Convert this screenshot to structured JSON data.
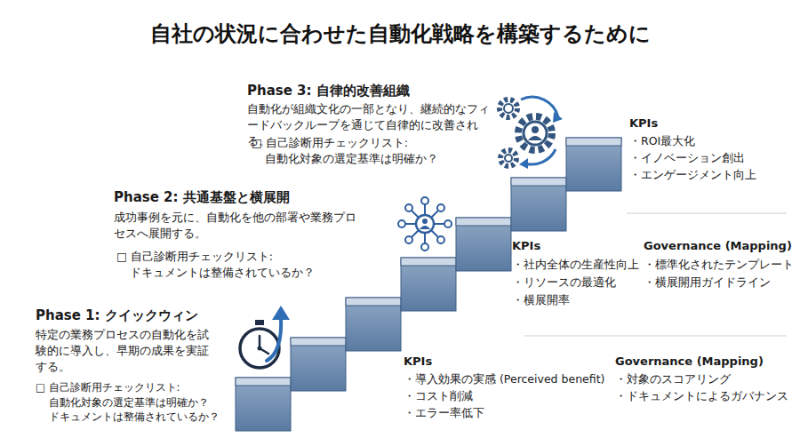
{
  "diagram": {
    "title": "自社の状況に合わせた自動化戦略を構築するために",
    "labels": [
      "Phase 3: 自律的改善組織",
      "自動化が組織文化の一部となり、継続的なフィードバックループを通じて自律的に改善される。",
      "□ 自己診断用チェックリスト:",
      "自動化対象の選定基準は明確か？",
      "KPIs",
      "・ROI最大化",
      "・イノベーション創出",
      "・エンゲージメント向上",
      "Phase 2: 共通基盤と横展開",
      "成功事例を元に、自動化を他の部署や業務プロセスへ展開する。",
      "□ 自己診断用チェックリスト:",
      "ドキュメントは整備されているか？",
      "KPIs",
      "・社内全体の生産性向上",
      "・リソースの最適化",
      "・横展開率",
      "Governance (Mapping)",
      "・標準化されたテンプレート",
      "・横展開用ガイドライン",
      "Phase 1: クイックウィン",
      "特定の業務プロセスの自動化を試験的に導入し、早期の成果を実証する。",
      "□ 自己診断用チェックリスト:",
      "自動化対象の選定基準は明確か？",
      "ドキュメントは整備されているか？",
      "KPIs",
      "・導入効果の実感 (Perceived benefit)",
      "・コスト削減",
      "・エラー率低下",
      "Governance (Mapping)",
      "・対象のスコアリング",
      "・ドキュメントによるガバナンス"
    ]
  }
}
